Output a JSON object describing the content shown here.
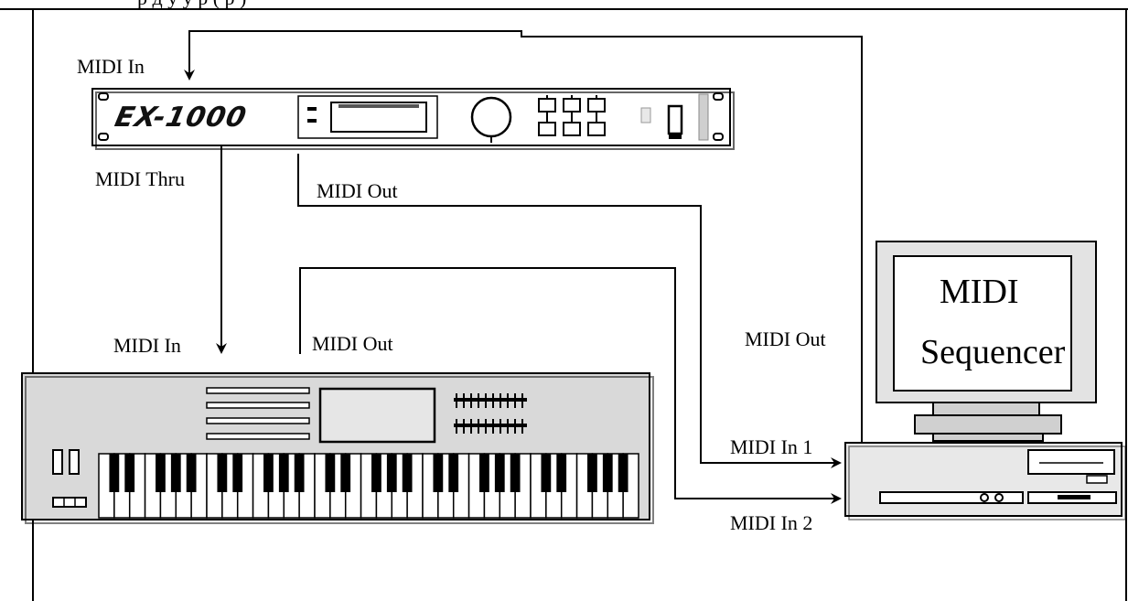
{
  "header_fragment": "р            д у  у  р       (  р     )",
  "labels": {
    "midi_in_top": "MIDI In",
    "midi_thru": "MIDI Thru",
    "midi_out_rack": "MIDI Out",
    "midi_in_keyboard": "MIDI In",
    "midi_out_keyboard": "MIDI Out",
    "midi_out_sequencer": "MIDI Out",
    "midi_in_1": "MIDI In 1",
    "midi_in_2": "MIDI In 2"
  },
  "devices": {
    "rack_module": {
      "model": "EX-1000"
    },
    "computer": {
      "title_line1": "MIDI",
      "title_line2": "Sequencer"
    }
  }
}
